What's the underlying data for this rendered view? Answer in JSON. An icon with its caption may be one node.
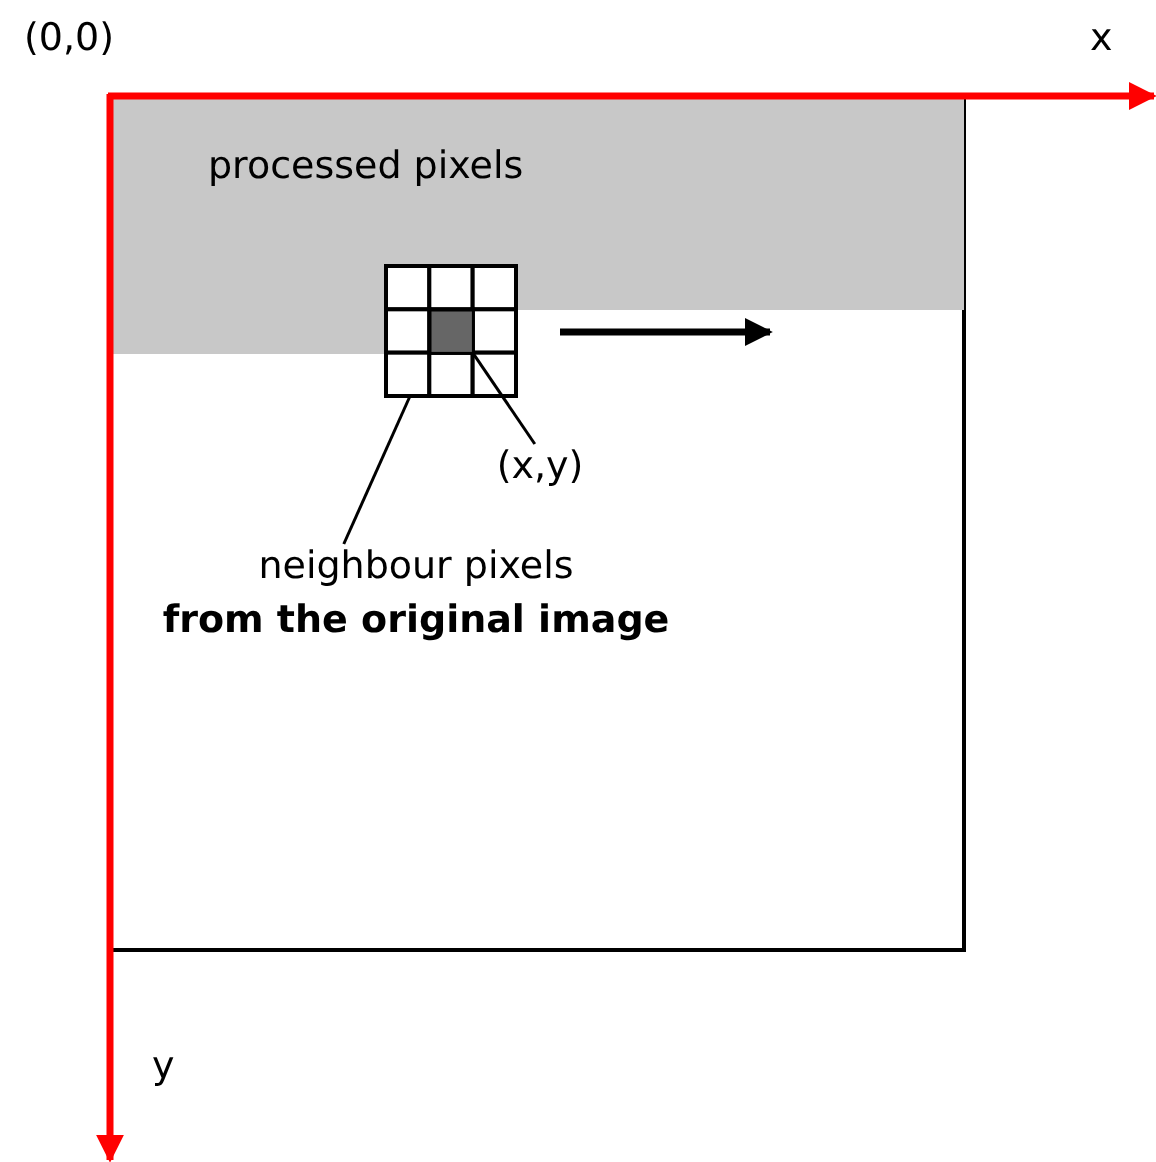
{
  "diagram": {
    "nodes": [
      {
        "text": [
          "processed pixels"
        ]
      },
      {
        "text": [],
        "shape": "box"
      },
      {
        "text": [],
        "shape": "box"
      },
      {
        "text": [
          "(x,y)"
        ]
      },
      {
        "text": [
          "neighbour pixels",
          "from the original image"
        ]
      }
    ],
    "edges": [
      {
        "from": 3,
        "to": 2,
        "arrow": "none"
      },
      {
        "from": 4,
        "to": 1,
        "arrow": "none"
      }
    ],
    "labels": [
      "(0,0)",
      "x",
      "y"
    ]
  }
}
